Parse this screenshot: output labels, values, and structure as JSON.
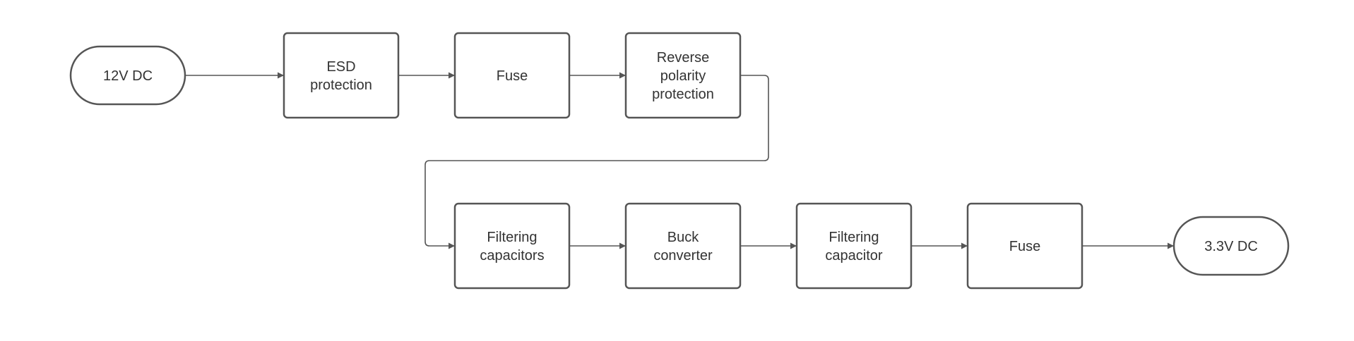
{
  "diagram": {
    "colors": {
      "stroke": "#555555",
      "text": "#333333",
      "fill": "#ffffff"
    },
    "nodes": {
      "input": {
        "label": "12V DC",
        "shape": "terminator"
      },
      "esd": {
        "label": "ESD\nprotection",
        "shape": "process"
      },
      "fuse_in": {
        "label": "Fuse",
        "shape": "process"
      },
      "reverse": {
        "label": "Reverse\npolarity\nprotection",
        "shape": "process"
      },
      "filter_caps": {
        "label": "Filtering\ncapacitors",
        "shape": "process"
      },
      "buck": {
        "label": "Buck\nconverter",
        "shape": "process"
      },
      "filter_cap": {
        "label": "Filtering\ncapacitor",
        "shape": "process"
      },
      "fuse_out": {
        "label": "Fuse",
        "shape": "process"
      },
      "output": {
        "label": "3.3V DC",
        "shape": "terminator"
      }
    },
    "edges": [
      {
        "from": "input",
        "to": "esd"
      },
      {
        "from": "esd",
        "to": "fuse_in"
      },
      {
        "from": "fuse_in",
        "to": "reverse"
      },
      {
        "from": "reverse",
        "to": "filter_caps"
      },
      {
        "from": "filter_caps",
        "to": "buck"
      },
      {
        "from": "buck",
        "to": "filter_cap"
      },
      {
        "from": "filter_cap",
        "to": "fuse_out"
      },
      {
        "from": "fuse_out",
        "to": "output"
      }
    ]
  }
}
